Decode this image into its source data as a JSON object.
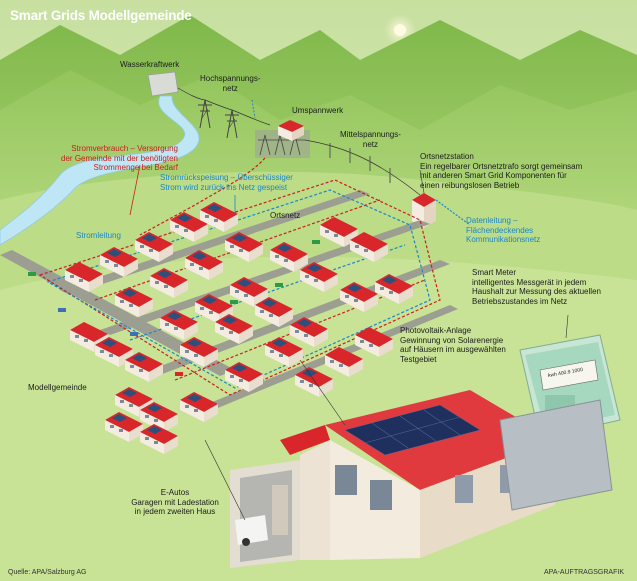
{
  "title": "Smart Grids Modellgemeinde",
  "colors": {
    "sky": "#cfe4a8",
    "mountain": "#8fc25a",
    "grass": "#bfdc8a",
    "roof": "#d8262b",
    "wall": "#efe4d6",
    "river": "#bfe6f5",
    "consumption_line": "#c8201e",
    "feedin_line": "#1d86c8",
    "road": "#9d9e92"
  },
  "labels": {
    "wasserkraftwerk": "Wasserkraftwerk",
    "hochspannung_1": "Hochspannungs-",
    "hochspannung_2": "netz",
    "umspannwerk": "Umspannwerk",
    "mittelspannung_1": "Mittelspannungs-",
    "mittelspannung_2": "netz",
    "stromverbrauch_1": "Stromverbrauch – Versorgung",
    "stromverbrauch_2": "der Gemeinde mit der benötigten",
    "stromverbrauch_3": "Strommenge bei Bedarf",
    "rueckspeisung_1": "Stromrückspeisung – Überschüssiger",
    "rueckspeisung_2": "Strom wird zurück ins Netz gespeist",
    "ortsnetzstation_1": "Ortsnetzstation",
    "ortsnetzstation_2": "Ein regelbarer Ortsnetztrafo sorgt gemeinsam",
    "ortsnetzstation_3": "mit anderen Smart Grid Komponenten für",
    "ortsnetzstation_4": "einen reibungslosen Betrieb",
    "ortsnetz": "Ortsnetz",
    "stromleitung": "Stromleitung",
    "datenleitung_1": "Datenleitung –",
    "datenleitung_2": "Flächendeckendes",
    "datenleitung_3": "Kommunikationsnetz",
    "smartmeter_1": "Smart Meter",
    "smartmeter_2": "intelligentes Messgerät in jedem",
    "smartmeter_3": "Haushalt zur Messung des aktuellen",
    "smartmeter_4": "Betriebszustandes im Netz",
    "pv_1": "Photovoltaik-Anlage",
    "pv_2": "Gewinnung von Solarenergie",
    "pv_3": "auf Häusern im ausgewählten",
    "pv_4": "Testgebiet",
    "modellgemeinde": "Modellgemeinde",
    "eautos_1": "E-Autos",
    "eautos_2": "Garagen mit Ladestation",
    "eautos_3": "in jedem zweiten Haus"
  },
  "meter_display": "kwh 400.9 1000",
  "footer": {
    "source": "Quelle: APA/Salzburg AG",
    "credit": "APA-AUFTRAGSGRAFIK"
  }
}
